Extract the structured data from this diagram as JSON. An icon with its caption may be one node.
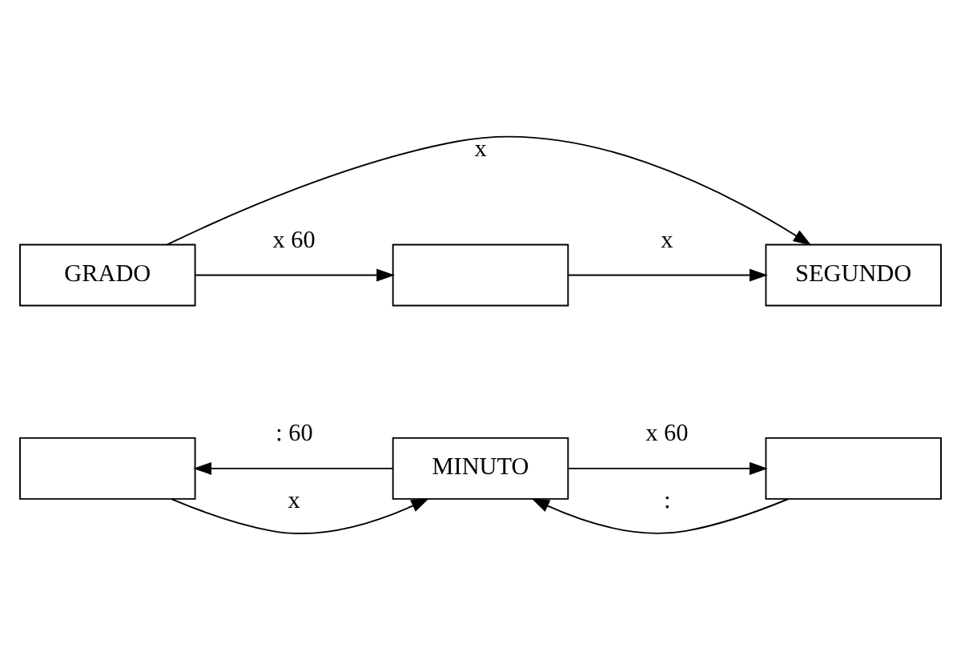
{
  "diagram": {
    "nodes": [
      {
        "text": [
          "GRADO"
        ]
      },
      {
        "text": [],
        "shape": "box"
      },
      {
        "text": [
          "SEGUNDO"
        ]
      },
      {
        "text": [],
        "shape": "box"
      },
      {
        "text": [
          "MINUTO"
        ]
      },
      {
        "text": [],
        "shape": "box"
      }
    ],
    "edges": [
      {
        "from": 0,
        "to": 1,
        "arrow": "to",
        "label": "x 60"
      },
      {
        "from": 1,
        "to": 2,
        "arrow": "to",
        "label": "x"
      },
      {
        "from": 0,
        "to": 2,
        "arrow": "to",
        "label": "x"
      },
      {
        "from": 3,
        "to": 4,
        "arrow": "to",
        "label": "x"
      },
      {
        "from": 4,
        "to": 5,
        "arrow": "to",
        "label": "x 60"
      },
      {
        "from": 4,
        "to": 3,
        "arrow": "to",
        "label": ": 60"
      },
      {
        "from": 5,
        "to": 4,
        "arrow": "to",
        "label": ":"
      }
    ]
  }
}
